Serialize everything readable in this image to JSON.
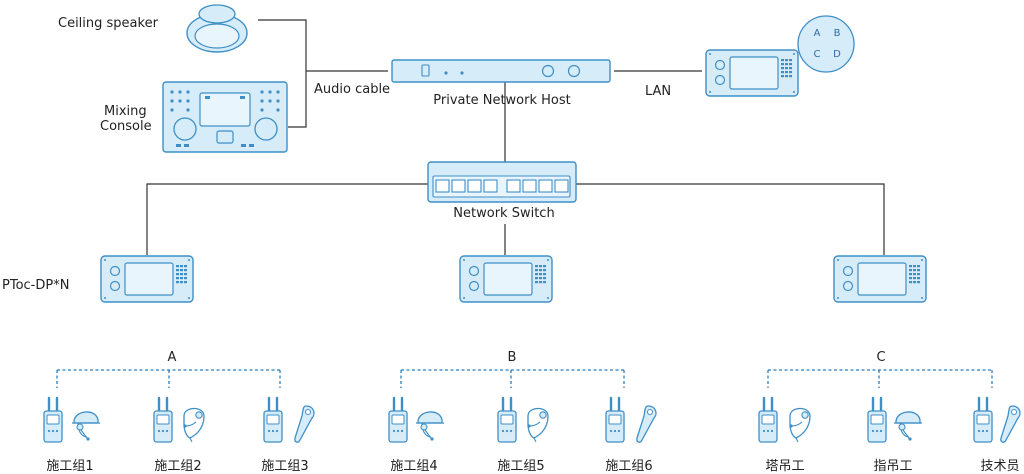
{
  "labels": {
    "ceiling_speaker": "Ceiling speaker",
    "mixing_console_line1": "Mixing",
    "mixing_console_line2": "Console",
    "audio_cable": "Audio cable",
    "private_network_host": "Private Network Host",
    "lan": "LAN",
    "network_switch": "Network Switch",
    "terminal": "PToc-DP*N"
  },
  "tablet_keys": [
    "A",
    "B",
    "C",
    "D"
  ],
  "groups": [
    {
      "name": "A",
      "members": [
        "施工组1",
        "施工组2",
        "施工组3"
      ]
    },
    {
      "name": "B",
      "members": [
        "施工组4",
        "施工组5",
        "施工组6"
      ]
    },
    {
      "name": "C",
      "members": [
        "塔吊工",
        "指吊工",
        "技术员"
      ]
    }
  ],
  "colors": {
    "device_fill": "#d6ecf8",
    "device_stroke": "#3f8fc7",
    "line": "#333333",
    "dashed": "#2a7fc1"
  }
}
